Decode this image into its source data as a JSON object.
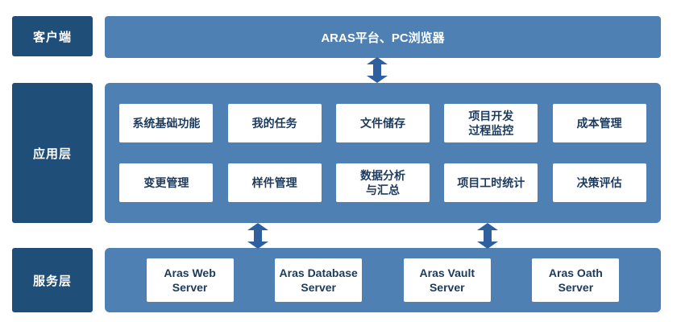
{
  "diagram": {
    "layers": {
      "client": {
        "label": "客户端"
      },
      "app": {
        "label": "应用层"
      },
      "service": {
        "label": "服务层"
      }
    },
    "client_bar": "ARAS平台、PC浏览器",
    "app_boxes_row1": [
      "系统基础功能",
      "我的任务",
      "文件储存",
      "项目开发\n过程监控",
      "成本管理"
    ],
    "app_boxes_row2": [
      "变更管理",
      "样件管理",
      "数据分析\n与汇总",
      "项目工时统计",
      "决策评估"
    ],
    "service_boxes": [
      "Aras Web\nServer",
      "Aras Database\nServer",
      "Aras Vault\nServer",
      "Aras Oath\nServer"
    ],
    "colors": {
      "dark_blue": "#1F4E79",
      "medium_blue": "#4E80B4",
      "arrow_blue": "#2E5F9E",
      "box_text": "#1B3A5C"
    }
  }
}
